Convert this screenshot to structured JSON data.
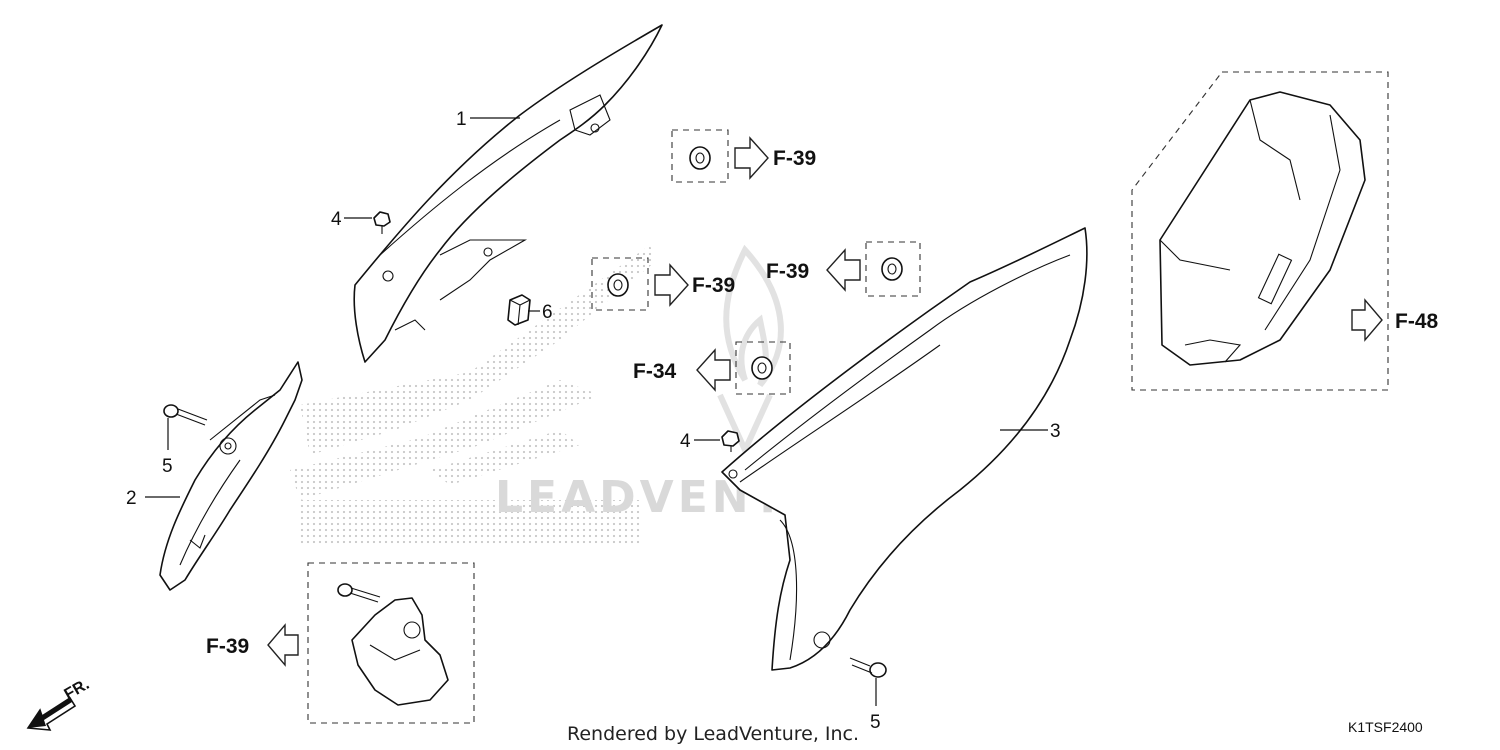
{
  "callouts": {
    "c1": "1",
    "c2": "2",
    "c3": "3",
    "c4a": "4",
    "c4b": "4",
    "c5a": "5",
    "c5b": "5",
    "c6": "6"
  },
  "references": {
    "r1": "F-39",
    "r2": "F-39",
    "r3": "F-39",
    "r4": "F-34",
    "r5": "F-39",
    "r6": "F-48"
  },
  "watermark": "LEADVENTURE",
  "front_label": "FR.",
  "credit": "Rendered by LeadVenture, Inc.",
  "diagram_code": "K1TSF2400"
}
